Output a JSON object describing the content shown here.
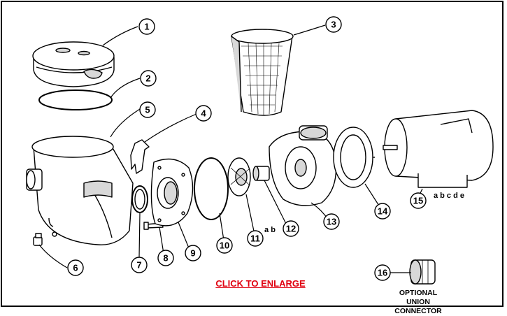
{
  "diagram": {
    "callouts": [
      {
        "id": "1",
        "label": "1",
        "sub": ""
      },
      {
        "id": "2",
        "label": "2",
        "sub": ""
      },
      {
        "id": "3",
        "label": "3",
        "sub": ""
      },
      {
        "id": "4",
        "label": "4",
        "sub": ""
      },
      {
        "id": "5",
        "label": "5",
        "sub": ""
      },
      {
        "id": "6",
        "label": "6",
        "sub": ""
      },
      {
        "id": "7",
        "label": "7",
        "sub": ""
      },
      {
        "id": "8",
        "label": "8",
        "sub": ""
      },
      {
        "id": "9",
        "label": "9",
        "sub": ""
      },
      {
        "id": "10",
        "label": "10",
        "sub": ""
      },
      {
        "id": "11",
        "label": "11",
        "sub": "a b"
      },
      {
        "id": "12",
        "label": "12",
        "sub": ""
      },
      {
        "id": "13",
        "label": "13",
        "sub": ""
      },
      {
        "id": "14",
        "label": "14",
        "sub": ""
      },
      {
        "id": "15",
        "label": "15",
        "sub": "a b c d e"
      },
      {
        "id": "16",
        "label": "16",
        "sub": ""
      }
    ],
    "enlarge_link": "CLICK TO ENLARGE",
    "union_label_line1": "OPTIONAL",
    "union_label_line2": "UNION CONNECTOR"
  },
  "colors": {
    "link": "#e0000f",
    "stroke": "#000000",
    "part_fill": "#ffffff",
    "shade": "#d8d8d8"
  }
}
